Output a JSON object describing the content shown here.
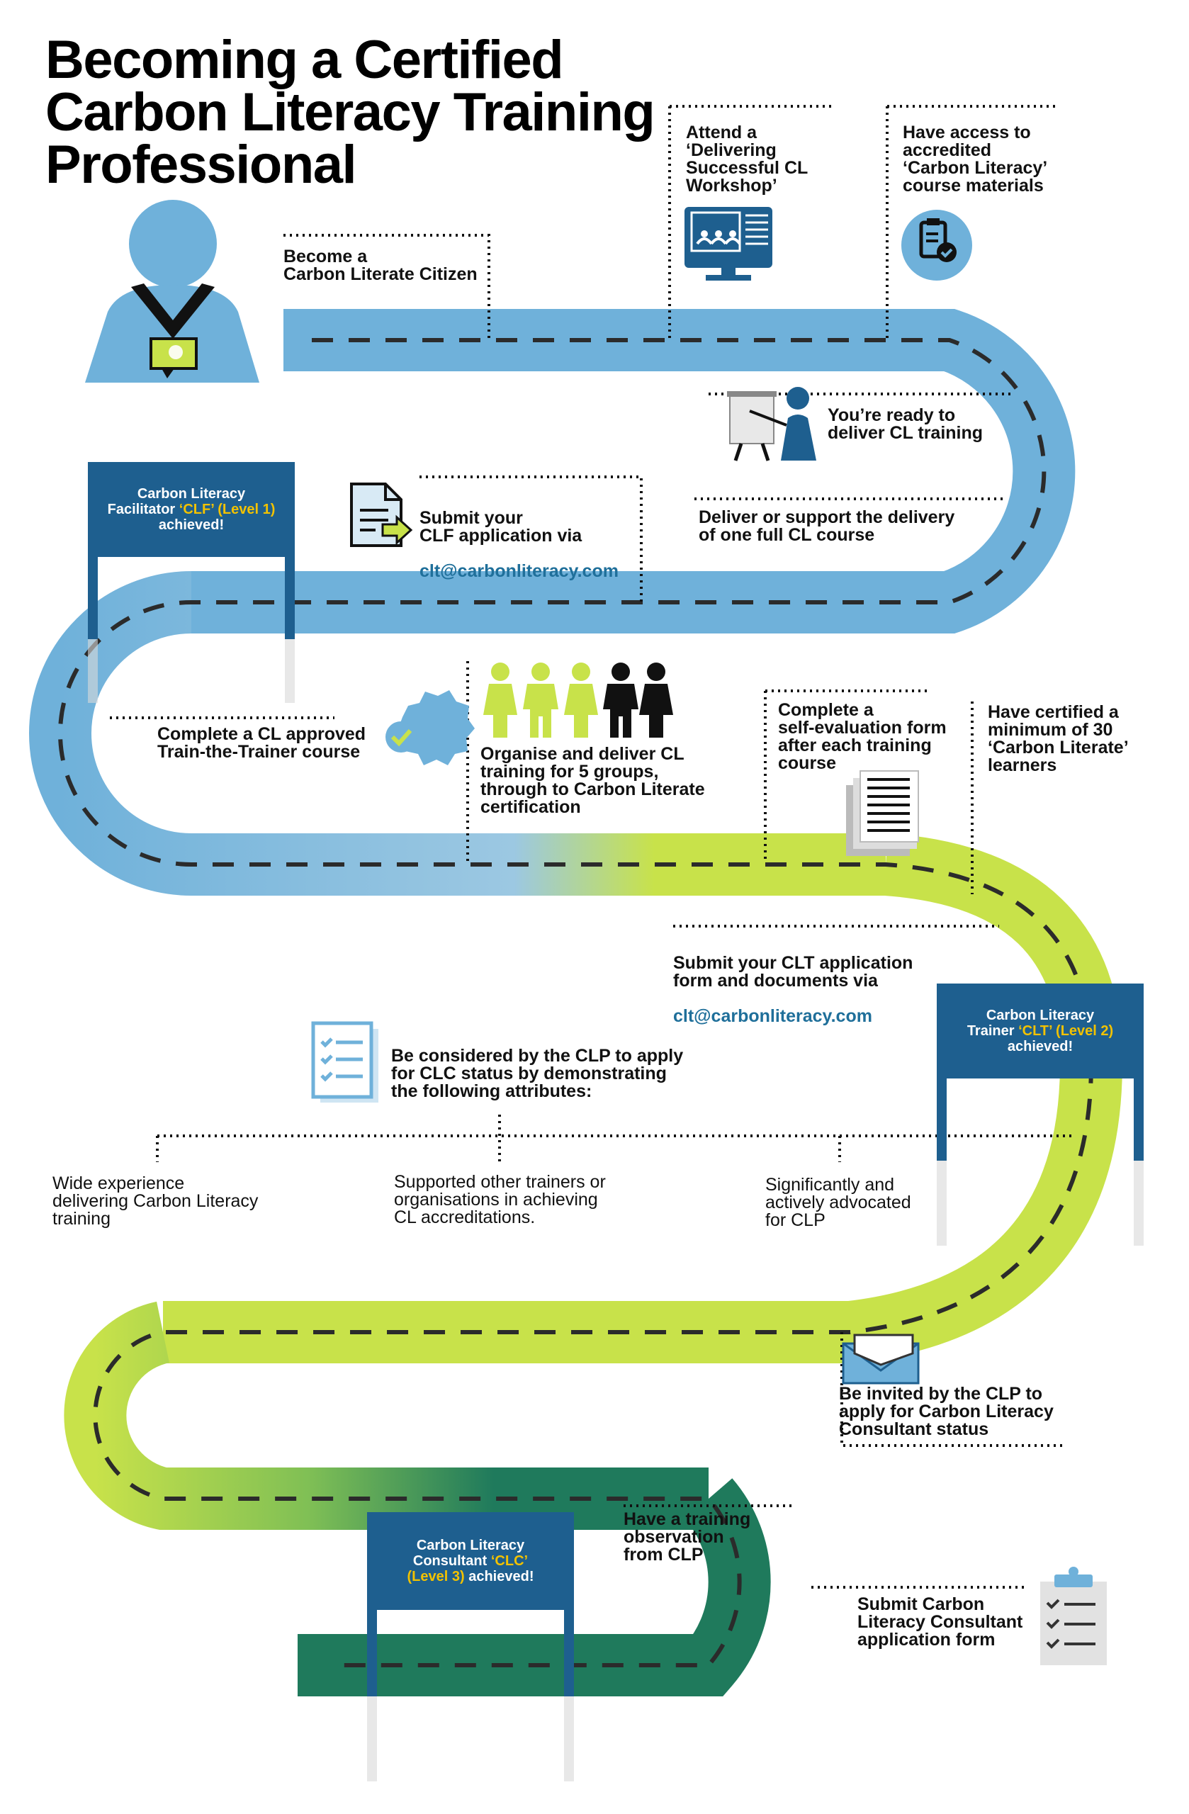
{
  "title": "Becoming a Certified\nCarbon Literacy Training\nProfessional",
  "colors": {
    "blue": "#6fb1da",
    "lime": "#c8e24a",
    "green": "#1f7a5c",
    "sign": "#1e5f8f",
    "highlight": "#f2c200",
    "link": "#1f6f9a"
  },
  "steps": {
    "citizen": "Become a\nCarbon Literate Citizen",
    "workshop": "Attend a\n‘Delivering\nSuccessful CL\nWorkshop’",
    "materials": "Have access to\naccredited\n‘Carbon Literacy’\ncourse materials",
    "ready": "You’re ready to\ndeliver CL training",
    "deliver_course": "Deliver or support the delivery\nof one full CL course",
    "submit_clf": "Submit your\nCLF application via",
    "clf_email": "clt@carbonliteracy.com",
    "ttt": "Complete a CL approved\nTrain-the-Trainer course",
    "organise": "Organise and deliver CL\ntraining for 5 groups,\nthrough to Carbon Literate\ncertification",
    "self_eval": "Complete a\nself-evaluation form\nafter each training\ncourse",
    "certified30": "Have certified a\nminimum of 30\n‘Carbon Literate’\nlearners",
    "submit_clt": "Submit your CLT application\nform and documents via",
    "clt_email": "clt@carbonliteracy.com",
    "considered": "Be considered by the CLP to apply\nfor CLC status by demonstrating\nthe following attributes:",
    "attr1": "Wide experience\ndelivering Carbon Literacy\ntraining",
    "attr2": "Supported other trainers or\norganisations in achieving\nCL accreditations.",
    "attr3": "Significantly and\nactively advocated\nfor CLP",
    "invited": "Be invited by the CLP to\napply for Carbon Literacy\nConsultant status",
    "observation": "Have a training\nobservation\nfrom CLP",
    "submit_clc": "Submit Carbon\nLiteracy Consultant\napplication form"
  },
  "signs": {
    "clf": {
      "line1": "Carbon Literacy",
      "line2a": "Facilitator ",
      "highlight": "‘CLF’ (Level 1)",
      "line3": "achieved!"
    },
    "clt": {
      "line1": "Carbon Literacy",
      "line2a": "Trainer ",
      "highlight": "‘CLT’ (Level 2)",
      "line3": "achieved!"
    },
    "clc": {
      "line1": "Carbon Literacy",
      "line2a": "Consultant ",
      "highlight": "‘CLC’",
      "line3b": "(Level 3)",
      "line3": " achieved!"
    }
  },
  "icons": [
    "person-lanyard-icon",
    "workshop-screen-icon",
    "clipboard-check-icon",
    "presenter-icon",
    "document-submit-icon",
    "badge-check-icon",
    "people-group-icon",
    "paper-stack-icon",
    "checklist-icon",
    "envelope-icon",
    "clipboard-list-icon"
  ]
}
